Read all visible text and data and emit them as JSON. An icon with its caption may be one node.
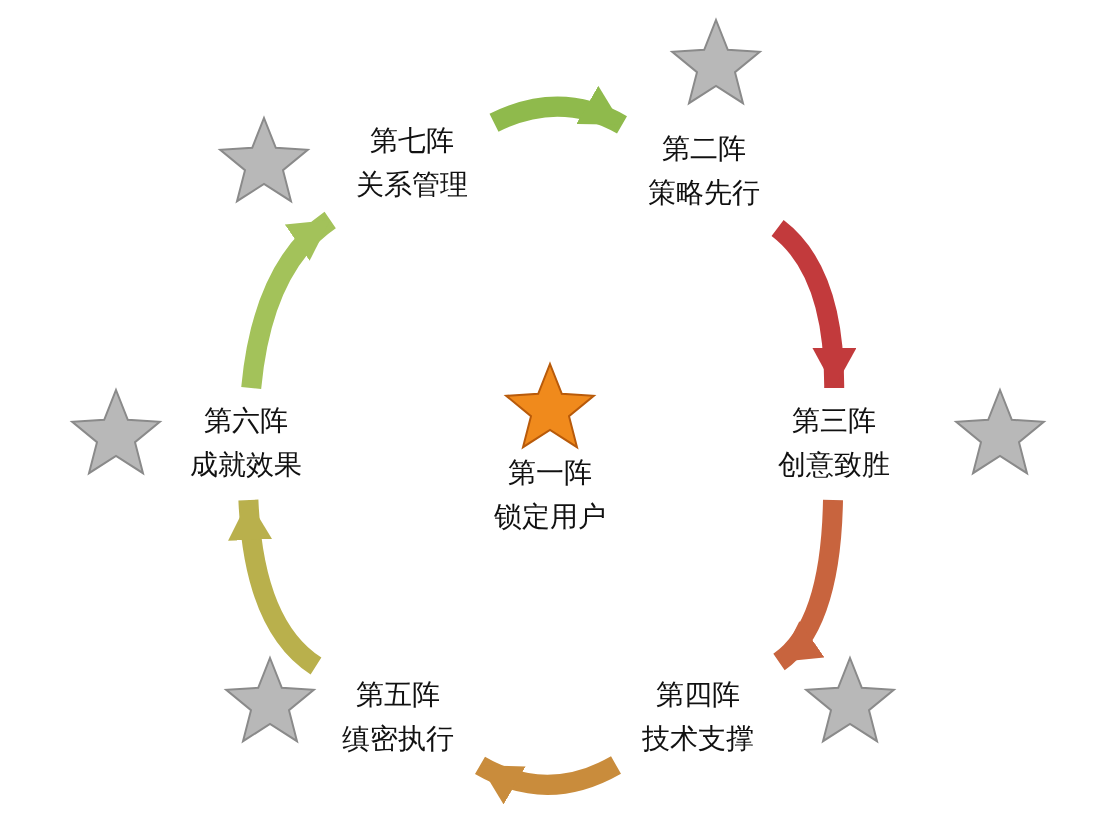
{
  "diagram": {
    "nodes": [
      {
        "text": [
          "第一阵",
          "锁定用户"
        ]
      },
      {
        "text": [
          "第二阵",
          "策略先行"
        ]
      },
      {
        "text": [
          "第三阵",
          "创意致胜"
        ]
      },
      {
        "text": [
          "第四阵",
          "技术支撑"
        ]
      },
      {
        "text": [
          "第五阵",
          "缜密执行"
        ]
      },
      {
        "text": [
          "第六阵",
          "成就效果"
        ]
      },
      {
        "text": [
          "第七阵",
          "关系管理"
        ]
      }
    ],
    "edges": [
      {
        "from": 6,
        "to": 1,
        "arrow": "to",
        "color": "#8fba4c"
      },
      {
        "from": 1,
        "to": 2,
        "arrow": "to",
        "color": "#c23a3c"
      },
      {
        "from": 2,
        "to": 3,
        "arrow": "to",
        "color": "#c8643e"
      },
      {
        "from": 3,
        "to": 4,
        "arrow": "to",
        "color": "#c98c3c"
      },
      {
        "from": 4,
        "to": 5,
        "arrow": "to",
        "color": "#b9b04c"
      },
      {
        "from": 5,
        "to": 6,
        "arrow": "to",
        "color": "#a3c25a"
      }
    ]
  }
}
